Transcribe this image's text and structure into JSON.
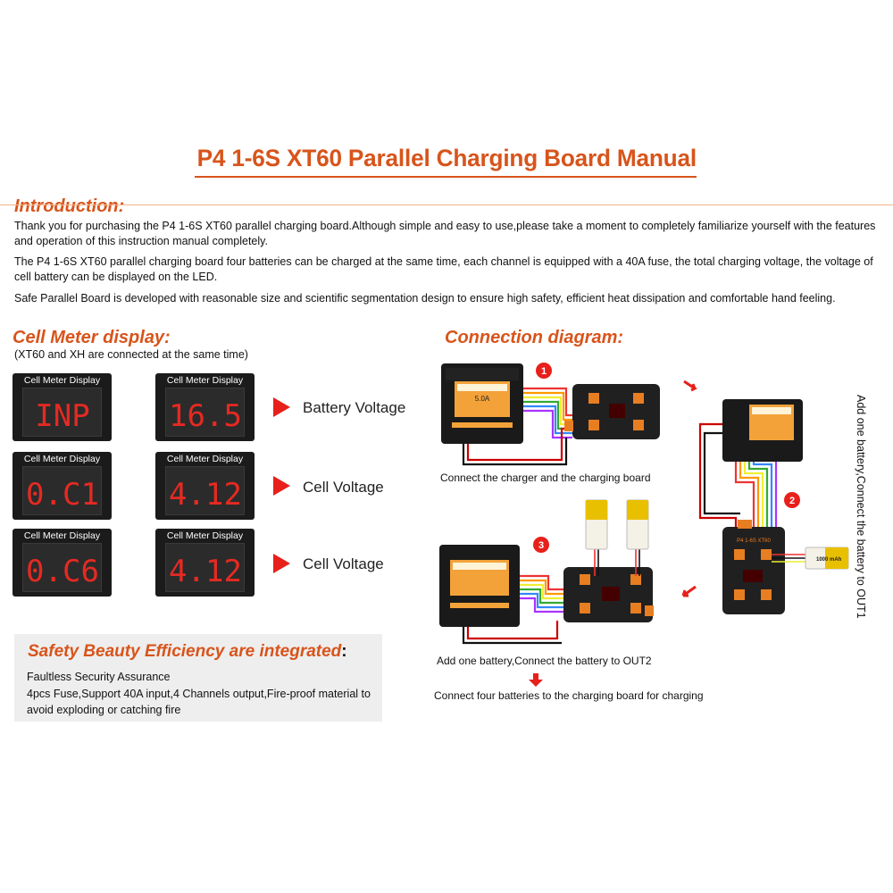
{
  "title": "P4  1-6S XT60 Parallel Charging Board Manual",
  "introduction": {
    "heading": "Introduction:",
    "p1": "Thank you for purchasing the P4 1-6S XT60 parallel charging board.Although simple and easy to use,please take a moment to completely familiarize yourself with the features and operation of this instruction manual completely.",
    "p2": "The P4 1-6S XT60 parallel charging board four batteries can be charged at the same time, each channel is equipped with a 40A fuse, the total charging voltage, the voltage of cell battery can be displayed on the LED.",
    "p3": "Safe Parallel Board is developed with reasonable size and scientific segmentation design to ensure high safety, efficient heat dissipation and comfortable hand feeling."
  },
  "cell_meter": {
    "heading": "Cell Meter display:",
    "subheading": "(XT60 and XH are connected at the same time)",
    "rows": [
      {
        "left_label": "Cell Meter Display",
        "left_value": "INP",
        "right_label": "Cell Meter Display",
        "right_value": "16.5",
        "caption": "Battery Voltage"
      },
      {
        "left_label": "Cell Meter Display",
        "left_value": "0.C1",
        "right_label": "Cell Meter Display",
        "right_value": "4.12",
        "caption": "Cell Voltage"
      },
      {
        "left_label": "Cell Meter Display",
        "left_value": "0.C6",
        "right_label": "Cell Meter Display",
        "right_value": "4.12",
        "caption": "Cell Voltage"
      }
    ]
  },
  "safety": {
    "heading": "Safety Beauty Efficiency are integrated",
    "colon": ":",
    "line1": "Faultless Security Assurance",
    "line2": "4pcs Fuse,Support 40A input,4 Channels output,Fire-proof material to",
    "line3": "avoid exploding or catching fire"
  },
  "connection": {
    "heading": "Connection diagram:",
    "step1_num": "1",
    "step2_num": "2",
    "step3_num": "3",
    "caption1": "Connect the charger and the charging board",
    "caption2": "Add one battery,Connect the battery to OUT1",
    "caption3": "Add one battery,Connect the battery to OUT2",
    "caption4": "Connect four batteries to the charging board for charging",
    "battery_label": "1000 mAh",
    "board_label": "P4 1-6S XT60",
    "charger_screen_line": "5.0A"
  },
  "colors": {
    "accent": "#d8541b",
    "arrow_red": "#e8201b",
    "led_red": "#e52a22",
    "meter_bg": "#1b1b1b"
  }
}
